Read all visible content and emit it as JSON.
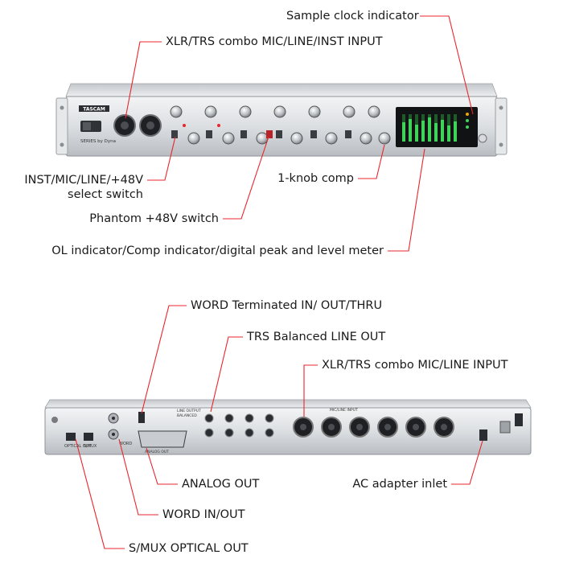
{
  "front_panel": {
    "brand": "TASCAM",
    "model": "SERIES by Dyna",
    "labels": {
      "sample_clock": "Sample clock indicator",
      "combo_input": "XLR/TRS combo MIC/LINE/INST INPUT",
      "select_switch_line1": "INST/MIC/LINE/+48V",
      "select_switch_line2": "select switch",
      "phantom": "Phantom +48V switch",
      "knob_comp": "1-knob comp",
      "meter": "OL indicator/Comp indicator/digital peak and level meter"
    }
  },
  "rear_panel": {
    "panel_text": {
      "optical_out": "OPTICAL OUT",
      "smux": "S/MUX",
      "word": "WORD",
      "analog_out": "ANALOG OUT",
      "line_output": "LINE OUTPUT",
      "balanced": "BALANCED",
      "mic_line_input": "MIC/LINE INPUT"
    },
    "labels": {
      "word_term": "WORD Terminated IN/ OUT/THRU",
      "trs_out": "TRS Balanced LINE OUT",
      "combo_input": "XLR/TRS combo MIC/LINE INPUT",
      "analog_out": "ANALOG OUT",
      "ac_inlet": "AC adapter inlet",
      "word_io": "WORD IN/OUT",
      "smux_out": "S/MUX OPTICAL OUT"
    }
  },
  "colors": {
    "leader": "#e8262b",
    "panel": "#d3d6da",
    "meter_green": "#3fd35a",
    "meter_amber": "#f0a500"
  }
}
